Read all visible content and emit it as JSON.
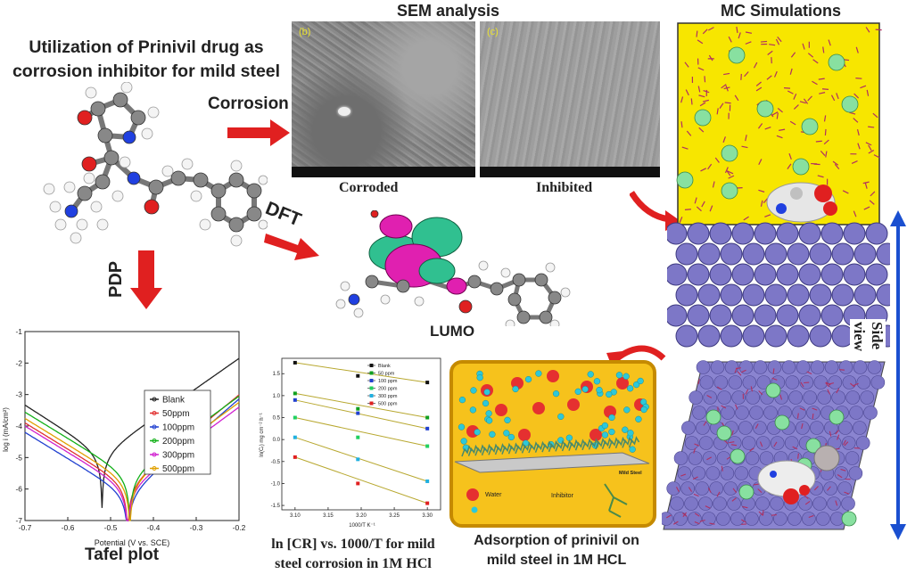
{
  "header": {
    "title_line1": "Utilization of Prinivil drug as",
    "title_line2": "corrosion inhibitor for mild steel"
  },
  "sem": {
    "title": "SEM analysis",
    "panel_b_label": "(b)",
    "panel_c_label": "(c)",
    "caption_corroded": "Corroded",
    "caption_inhibited": "Inhibited"
  },
  "mc": {
    "title": "MC Simulations",
    "side_view": "Side view"
  },
  "arrows": {
    "corrosion": "Corrosion",
    "dft": "DFT",
    "pdp": "PDP"
  },
  "dft": {
    "caption": "LUMO"
  },
  "adsorption": {
    "water_label": "Water",
    "inhibitor_label": "Inhibitor",
    "surface_label": "Mild Steel",
    "caption_line1": "Adsorption of prinivil on",
    "caption_line2": "mild steel in 1M HCL"
  },
  "colors": {
    "arrow_red": "#e02020",
    "sim_yellow": "#f7e600",
    "steel_atom": "#7d77c7",
    "blue_arrow": "#1a4fd0",
    "adsorption_bg": "#f6c21c"
  },
  "tafel": {
    "caption": "Tafel plot",
    "chart_data": {
      "type": "line",
      "xlabel": "Potential (V vs. SCE)",
      "ylabel": "log i (mA/cm²)",
      "xlim": [
        -0.7,
        -0.2
      ],
      "ylim": [
        -7,
        -1
      ],
      "x_ticks": [
        "-0.7",
        "-0.6",
        "-0.5",
        "-0.4",
        "-0.3",
        "-0.2"
      ],
      "y_ticks": [
        "-1",
        "-2",
        "-3",
        "-4",
        "-5",
        "-6",
        "-7"
      ],
      "legend_position": "center-right",
      "series": [
        {
          "name": "Blank",
          "color": "#222222",
          "ecorr": -0.52,
          "icorr": -4.9,
          "ba": 0.105,
          "bc": 0.115
        },
        {
          "name": "50ppm",
          "color": "#e03030",
          "ecorr": -0.46,
          "icorr": -5.9,
          "ba": 0.09,
          "bc": 0.12
        },
        {
          "name": "100ppm",
          "color": "#2040d0",
          "ecorr": -0.46,
          "icorr": -6.2,
          "ba": 0.085,
          "bc": 0.12
        },
        {
          "name": "200ppm",
          "color": "#12b018",
          "ecorr": -0.455,
          "icorr": -5.6,
          "ba": 0.1,
          "bc": 0.12
        },
        {
          "name": "300ppm",
          "color": "#d020d0",
          "ecorr": -0.46,
          "icorr": -6.0,
          "ba": 0.1,
          "bc": 0.12
        },
        {
          "name": "500ppm",
          "color": "#e0a000",
          "ecorr": -0.455,
          "icorr": -5.8,
          "ba": 0.1,
          "bc": 0.12
        }
      ]
    }
  },
  "arrhenius": {
    "caption_line1": "ln [CR] vs. 1000/T for mild",
    "caption_line2": "steel corrosion in 1M HCl",
    "chart_data": {
      "type": "scatter",
      "xlabel": "1000/T K⁻¹",
      "ylabel": "ln(Cᵣ) mg cm⁻² h⁻¹",
      "xlim": [
        3.08,
        3.32
      ],
      "ylim": [
        -1.6,
        1.85
      ],
      "x_ticks": [
        "3.10",
        "3.15",
        "3.20",
        "3.25",
        "3.30"
      ],
      "y_ticks": [
        "1.5",
        "1.0",
        "0.5",
        "0.0",
        "-0.5",
        "-1.0",
        "-1.5"
      ],
      "x": [
        3.1,
        3.195,
        3.3
      ],
      "legend_position": "top-right",
      "series": [
        {
          "name": "Blank",
          "color": "#111111",
          "values": [
            1.75,
            1.45,
            1.3
          ]
        },
        {
          "name": "50 ppm",
          "color": "#10a020",
          "values": [
            1.05,
            0.7,
            0.5
          ]
        },
        {
          "name": "100 ppm",
          "color": "#2040d0",
          "values": [
            0.9,
            0.6,
            0.25
          ]
        },
        {
          "name": "200 ppm",
          "color": "#20d060",
          "values": [
            0.5,
            0.05,
            -0.15
          ]
        },
        {
          "name": "300 ppm",
          "color": "#20b0e0",
          "values": [
            0.05,
            -0.45,
            -0.95
          ]
        },
        {
          "name": "500 ppm",
          "color": "#e02020",
          "values": [
            -0.4,
            -1.0,
            -1.45
          ]
        }
      ]
    }
  }
}
